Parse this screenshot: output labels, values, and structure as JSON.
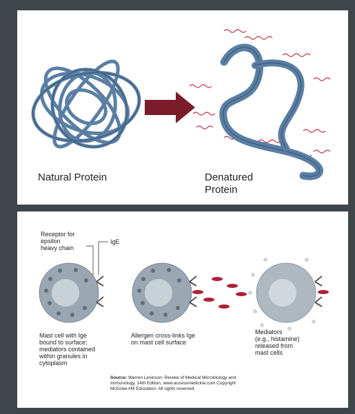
{
  "top": {
    "natural_label": "Natural Protein",
    "denatured_line1": "Denatured",
    "denatured_line2": "Protein"
  },
  "bottom": {
    "receptor_line1": "Receptor for",
    "receptor_line2": "epsilon",
    "receptor_line3": "heavy chain",
    "ige_label": "IgE",
    "caption1_lines": [
      "Mast cell with Ige",
      "bound to surface;",
      "mediators contained",
      "within granules in",
      "cytoplasm"
    ],
    "caption2_lines": [
      "Allergen cross-links Ige",
      "on mast cell surface"
    ],
    "caption3_lines": [
      "Mediators",
      "(e.g., histamine)",
      "released from",
      "mast cells"
    ],
    "source_bold": "Source:",
    "source_lines": [
      "Warren Levinson: Review of Medical Microbiology and",
      "Immunology, 14th Edition, www.accessmedicine.com Copyright",
      "McGraw-Hill Education. All rights reserved."
    ]
  },
  "colors": {
    "background": "#3f4549",
    "ribbon": "#5b7fa3",
    "ribbon_dark": "#3e5f80",
    "arrow": "#7a1c2a",
    "squiggle": "#c0394b",
    "cell": "#9aa6b1",
    "allergen": "#b01e3a"
  }
}
